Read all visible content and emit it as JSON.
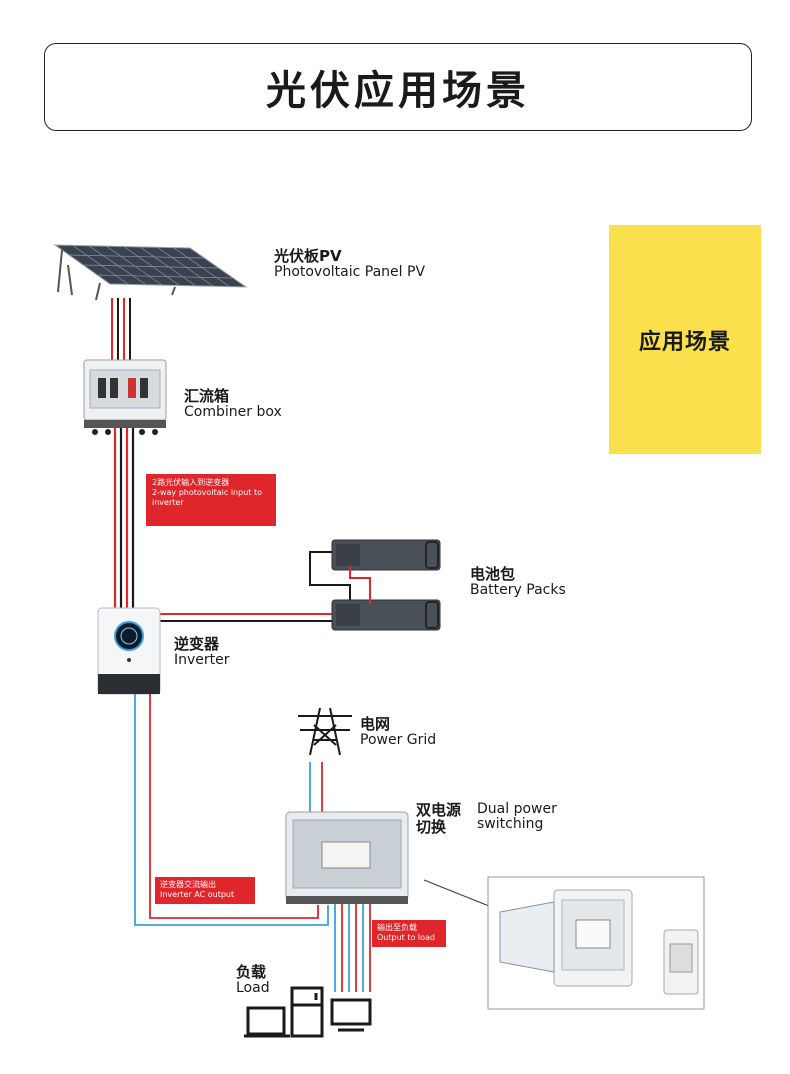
{
  "title": "光伏应用场景",
  "side_label": "应用场景",
  "components": {
    "pv": {
      "cn": "光伏板PV",
      "en": "Photovoltaic Panel PV"
    },
    "combiner": {
      "cn": "汇流箱",
      "en": "Combiner box"
    },
    "battery": {
      "cn": "电池包",
      "en": "Battery Packs"
    },
    "inverter": {
      "cn": "逆变器",
      "en": "Inverter"
    },
    "grid": {
      "cn": "电网",
      "en": "Power Grid"
    },
    "dual": {
      "cn1": "双电源",
      "cn2": "切换",
      "en1": "Dual power",
      "en2": "switching"
    },
    "load": {
      "cn": "负载",
      "en": "Load"
    }
  },
  "tags": {
    "pv_input": {
      "cn": "2路光伏输入到逆变器",
      "en": "2-way photovoltaic input to inverter"
    },
    "ac_output": {
      "cn": "逆变器交流输出",
      "en": "Inverter AC output"
    },
    "to_load": {
      "cn": "输出至负载",
      "en": "Output to load"
    }
  },
  "colors": {
    "wire_red": "#e0252b",
    "wire_blue": "#3aa0dc",
    "wire_black": "#1a1a1a",
    "accent_yellow": "#fbe04d"
  }
}
